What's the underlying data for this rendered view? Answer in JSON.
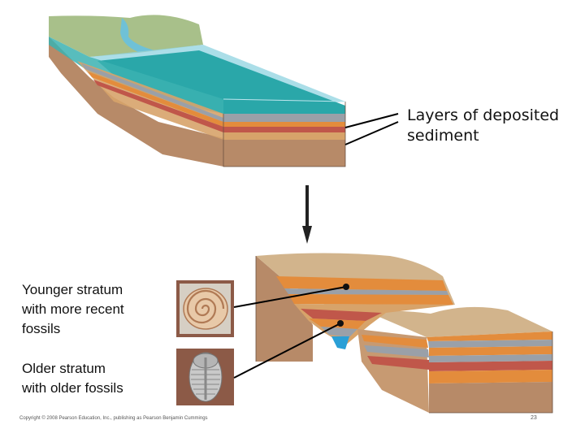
{
  "labels": {
    "deposited": [
      "Layers of deposited",
      "sediment"
    ],
    "younger": [
      "Younger stratum",
      "with more recent",
      "fossils"
    ],
    "older": [
      "Older stratum",
      "with older fossils"
    ]
  },
  "footer": {
    "copyright": "Copyright © 2008 Pearson Education, Inc., publishing as Pearson Benjamin Cummings",
    "slide_number": "23"
  },
  "fossils": {
    "younger_icon": "ammonite-shell-icon",
    "older_icon": "trilobite-icon"
  },
  "colors": {
    "water": "#2aa7a9",
    "land": "#c9a47c",
    "cross_section": "#b78a68",
    "layer_orange": "#e38c3c",
    "layer_gray": "#9aa0a8",
    "layer_red": "#c0574a",
    "layer_tan": "#d7a36a",
    "pointer_line": "#000000"
  }
}
